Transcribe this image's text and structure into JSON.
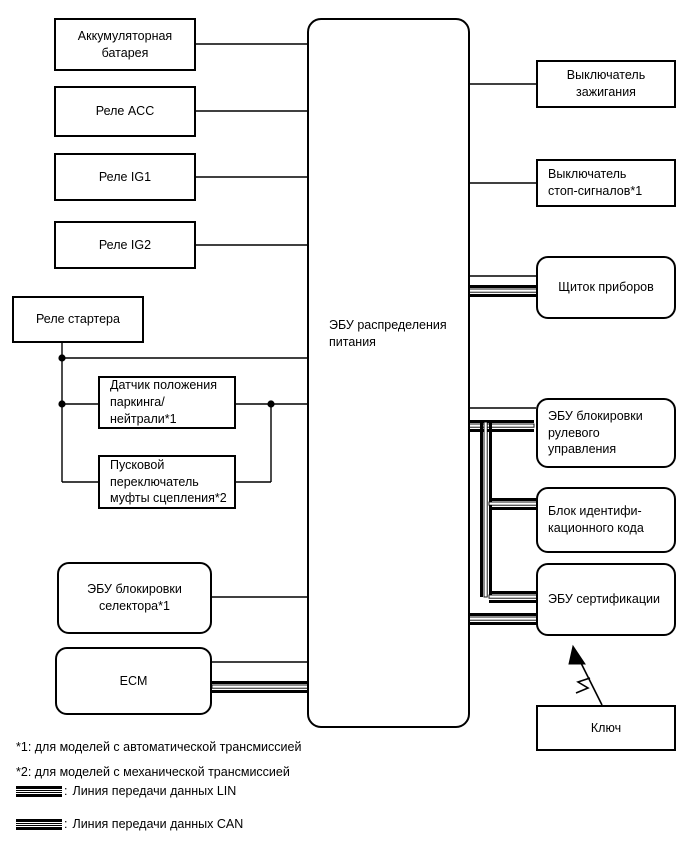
{
  "diagram": {
    "title": "Power Source Control System Diagram",
    "line_color": "#000000",
    "background": "#ffffff"
  },
  "central_unit": {
    "name": "power-distribution-ecu",
    "label": "ЭБУ распределения\nпитания"
  },
  "left_nodes": [
    {
      "id": "battery",
      "label": "Аккумуляторная\nбатарея",
      "align": "center",
      "rounded": false
    },
    {
      "id": "acc-relay",
      "label": "Реле ACC",
      "align": "center",
      "rounded": false
    },
    {
      "id": "ig1-relay",
      "label": "Реле IG1",
      "align": "center",
      "rounded": false
    },
    {
      "id": "ig2-relay",
      "label": "Реле IG2",
      "align": "center",
      "rounded": false
    },
    {
      "id": "starter-relay",
      "label": "Реле стартера",
      "align": "center",
      "rounded": false
    },
    {
      "id": "park-neutral-sensor",
      "label": "Датчик положения\nпаркинга/нейтрали*1",
      "align": "left",
      "rounded": false
    },
    {
      "id": "clutch-start-switch",
      "label": "Пусковой\nпереключатель\nмуфты сцепления*2",
      "align": "left",
      "rounded": false
    },
    {
      "id": "shift-lock-ecu",
      "label": "ЭБУ блокировки\nселектора*1",
      "align": "center",
      "rounded": true
    },
    {
      "id": "ecm",
      "label": "ECM",
      "align": "center",
      "rounded": true
    }
  ],
  "right_nodes": [
    {
      "id": "ignition-switch",
      "label": "Выключатель\nзажигания",
      "align": "center",
      "rounded": false
    },
    {
      "id": "stop-light-switch",
      "label": "Выключатель\nстоп-сигналов*1",
      "align": "left",
      "rounded": false
    },
    {
      "id": "instrument-cluster",
      "label": "Щиток приборов",
      "align": "center",
      "rounded": true
    },
    {
      "id": "steering-lock-ecu",
      "label": "ЭБУ блокировки\nрулевого\nуправления",
      "align": "left",
      "rounded": true
    },
    {
      "id": "id-code-box",
      "label": "Блок идентифи-\nкационного кода",
      "align": "left",
      "rounded": true
    },
    {
      "id": "certification-ecu",
      "label": "ЭБУ сертификации",
      "align": "left",
      "rounded": true
    },
    {
      "id": "key",
      "label": "Ключ",
      "align": "center",
      "rounded": false
    }
  ],
  "footnotes": [
    {
      "id": "footnote-1",
      "text": "*1: для моделей с автоматической трансмиссией"
    },
    {
      "id": "footnote-2",
      "text": "*2: для моделей с механической трансмиссией"
    }
  ],
  "legend": [
    {
      "id": "legend-lin",
      "symbol": "bus-line-swatch",
      "colon": ":",
      "text": "Линия передачи данных LIN"
    },
    {
      "id": "legend-can",
      "symbol": "bus-line-swatch",
      "colon": ":",
      "text": "Линия передачи данных CAN"
    }
  ]
}
